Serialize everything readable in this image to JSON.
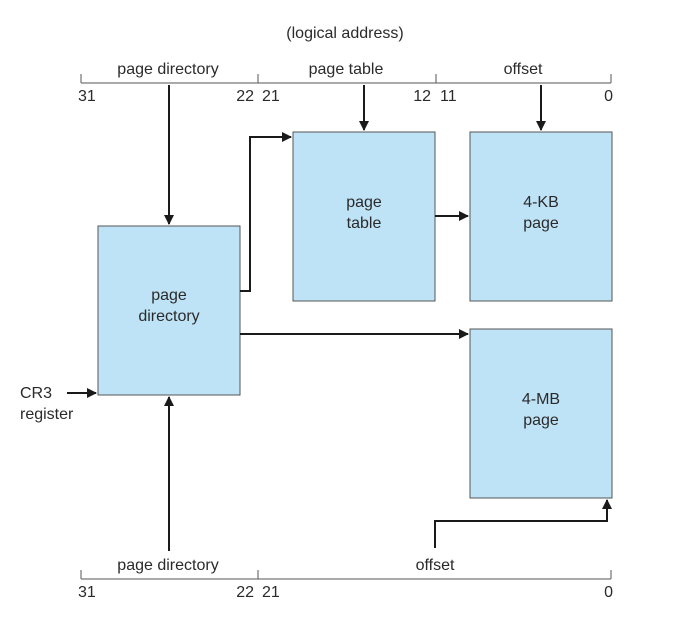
{
  "top_label": "(logical address)",
  "top_register": {
    "fields": [
      "page directory",
      "page table",
      "offset"
    ],
    "bit_labels": [
      "31",
      "22",
      "21",
      "12",
      "11",
      "0"
    ]
  },
  "bottom_register": {
    "fields": [
      "page directory",
      "offset"
    ],
    "bit_labels": [
      "31",
      "22",
      "21",
      "0"
    ]
  },
  "boxes": {
    "page_directory": [
      "page",
      "directory"
    ],
    "page_table": [
      "page",
      "table"
    ],
    "kb_page": [
      "4-KB",
      "page"
    ],
    "mb_page": [
      "4-MB",
      "page"
    ]
  },
  "cr3_label": [
    "CR3",
    "register"
  ],
  "colors": {
    "box_fill": "#bfe3f6",
    "line": "#1a1a1a"
  }
}
